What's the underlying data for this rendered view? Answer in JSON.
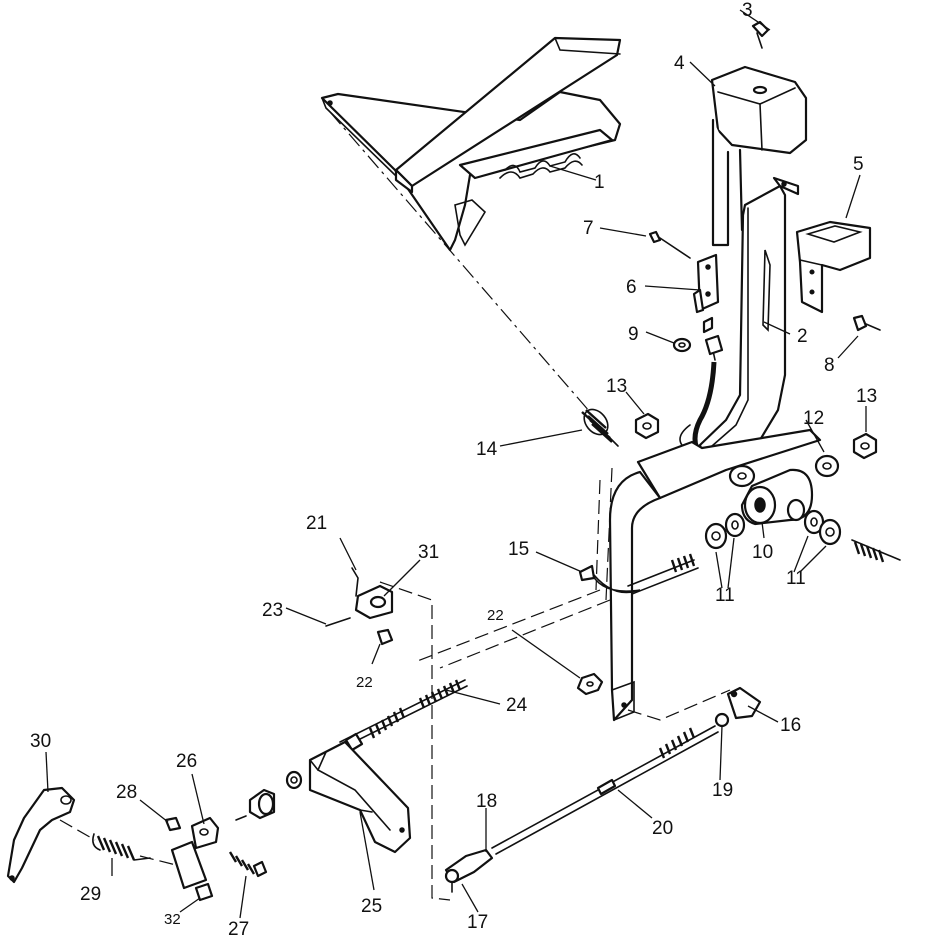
{
  "diagram": {
    "callouts": {
      "c1": "1",
      "c2": "2",
      "c3": "3",
      "c4": "4",
      "c5": "5",
      "c6": "6",
      "c7": "7",
      "c8": "8",
      "c9": "9",
      "c10": "10",
      "c11a": "11",
      "c11b": "11",
      "c12": "12",
      "c13a": "13",
      "c13b": "13",
      "c14": "14",
      "c15": "15",
      "c16": "16",
      "c17": "17",
      "c18": "18",
      "c19": "19",
      "c20": "20",
      "c21": "21",
      "c22a": "22",
      "c22b": "22",
      "c23": "23",
      "c24": "24",
      "c25": "25",
      "c26": "26",
      "c27": "27",
      "c28": "28",
      "c29": "29",
      "c30": "30",
      "c31": "31",
      "c32": "32"
    }
  }
}
